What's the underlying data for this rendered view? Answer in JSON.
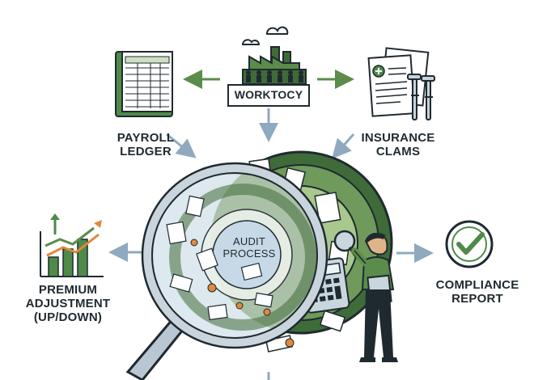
{
  "labels": {
    "worktocy": "WORKTOCY",
    "payroll": [
      "PAYROLL",
      "LEDGER"
    ],
    "insurance": [
      "INSURANCE",
      "CLAMS"
    ],
    "audit": [
      "AUDIT",
      "PROCESS"
    ],
    "premium": [
      "PREMIUM",
      "ADJUSTMENT",
      "(UP/DOWN)"
    ],
    "compliance": [
      "COMPLIANCE",
      "REPORT"
    ]
  },
  "colors": {
    "dark_green": "#3f6b38",
    "mid_green": "#6f9a5b",
    "light_green": "#a8c88e",
    "pale_green": "#d6e7c7",
    "arrow_green": "#5b8c4a",
    "arrow_blue": "#8fa9bf",
    "navy": "#1f2a30",
    "orange": "#e08a3a",
    "ledger_green": "#4f8a49",
    "lens_blue": "#dde8ef"
  },
  "icons": [
    "factory-icon",
    "ledger-book-icon",
    "insurance-claim-icon",
    "crutches-icon",
    "trend-chart-icon",
    "checkmark-badge-icon",
    "magnifying-glass-icon",
    "gear-icon",
    "calculator-icon",
    "auditor-person-icon"
  ]
}
